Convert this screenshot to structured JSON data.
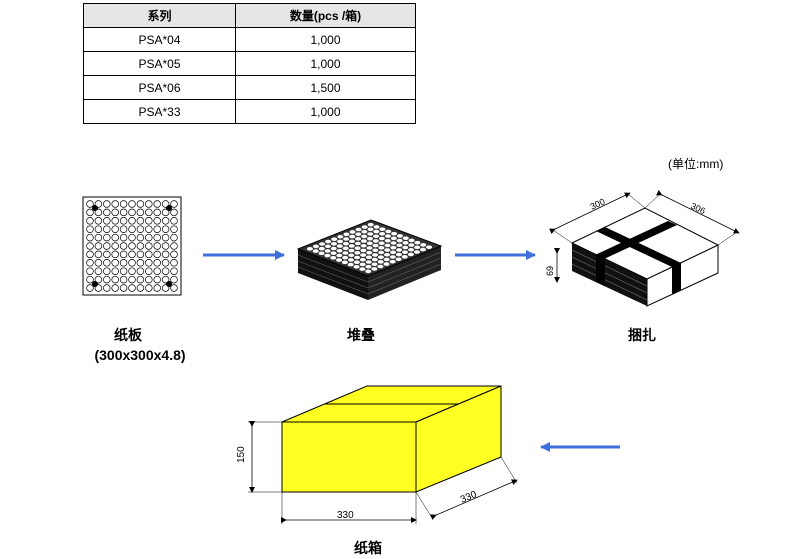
{
  "table": {
    "headers": [
      "系列",
      "数量(pcs /箱)"
    ],
    "rows": [
      [
        "PSA*04",
        "1,000"
      ],
      [
        "PSA*05",
        "1,000"
      ],
      [
        "PSA*06",
        "1,500"
      ],
      [
        "PSA*33",
        "1,000"
      ]
    ]
  },
  "unit_note": "(单位:mm)",
  "steps": {
    "board": {
      "name": "纸板",
      "size": "(300x300x4.8)"
    },
    "stack": {
      "name": "堆叠"
    },
    "bundle": {
      "name": "捆扎",
      "dim_width": "300",
      "dim_depth": "306",
      "dim_height": "69"
    },
    "carton": {
      "name": "纸箱",
      "dim_height": "150",
      "dim_width": "330",
      "dim_depth": "330"
    }
  },
  "colors": {
    "arrow": "#3f6fd8",
    "carton_fill": "#ffff22"
  }
}
